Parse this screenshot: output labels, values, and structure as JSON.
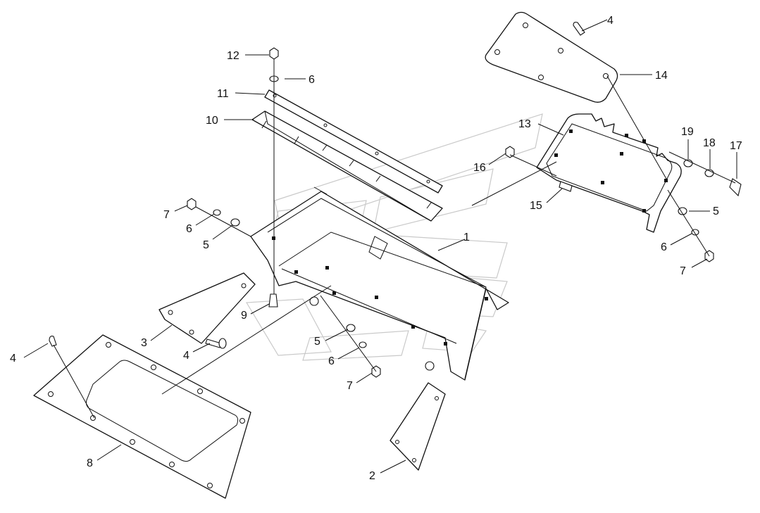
{
  "callouts": [
    {
      "id": "c1",
      "text": "1"
    },
    {
      "id": "c2",
      "text": "2"
    },
    {
      "id": "c3",
      "text": "3"
    },
    {
      "id": "c4a",
      "text": "4"
    },
    {
      "id": "c4b",
      "text": "4"
    },
    {
      "id": "c4c",
      "text": "4"
    },
    {
      "id": "c5a",
      "text": "5"
    },
    {
      "id": "c5b",
      "text": "5"
    },
    {
      "id": "c5c",
      "text": "5"
    },
    {
      "id": "c6a",
      "text": "6"
    },
    {
      "id": "c6b",
      "text": "6"
    },
    {
      "id": "c6c",
      "text": "6"
    },
    {
      "id": "c6d",
      "text": "6"
    },
    {
      "id": "c7a",
      "text": "7"
    },
    {
      "id": "c7b",
      "text": "7"
    },
    {
      "id": "c7c",
      "text": "7"
    },
    {
      "id": "c8",
      "text": "8"
    },
    {
      "id": "c9",
      "text": "9"
    },
    {
      "id": "c10",
      "text": "10"
    },
    {
      "id": "c11",
      "text": "11"
    },
    {
      "id": "c12",
      "text": "12"
    },
    {
      "id": "c13",
      "text": "13"
    },
    {
      "id": "c14",
      "text": "14"
    },
    {
      "id": "c15",
      "text": "15"
    },
    {
      "id": "c16",
      "text": "16"
    },
    {
      "id": "c17",
      "text": "17"
    },
    {
      "id": "c18",
      "text": "18"
    },
    {
      "id": "c19",
      "text": "19"
    }
  ],
  "colors": {
    "line": "#111111",
    "background": "#ffffff",
    "watermark": "#c9c9c9"
  }
}
